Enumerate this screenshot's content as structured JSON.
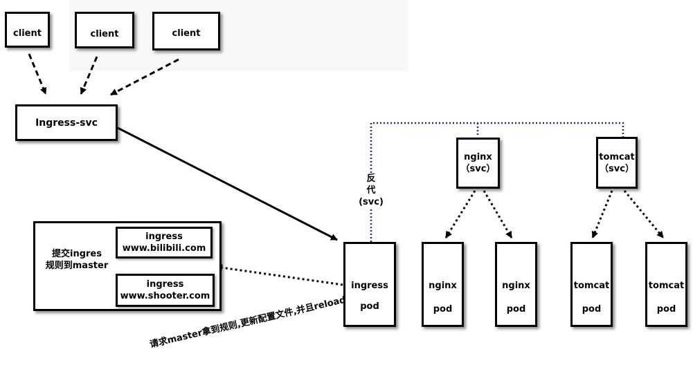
{
  "clients": [
    "client",
    "client",
    "client"
  ],
  "ingress_svc": "Ingress-svc",
  "ingress_pod": {
    "line1": "ingress",
    "line2": "pod"
  },
  "reverse_proxy": {
    "line1": "反",
    "line2": "代",
    "line3": "(svc)"
  },
  "rules_panel": {
    "text_line1": "提交ingres",
    "text_line2": "规则到master",
    "rule1": {
      "line1": "ingress",
      "line2": "www.bilibili.com"
    },
    "rule2": {
      "line1": "ingress",
      "line2": "www.shooter.com"
    }
  },
  "services": [
    {
      "line1": "nginx",
      "line2": "（svc）"
    },
    {
      "line1": "tomcat",
      "line2": "（svc）"
    }
  ],
  "pods": [
    {
      "line1": "nginx",
      "line2": "pod"
    },
    {
      "line1": "nginx",
      "line2": "pod"
    },
    {
      "line1": "tomcat",
      "line2": "pod"
    },
    {
      "line1": "tomcat",
      "line2": "pod"
    }
  ],
  "note": "请求master拿到规则,更新配置文件,并且reload",
  "colors": {
    "proxy_line": "#3a1a9a",
    "stroke": "#000000"
  }
}
